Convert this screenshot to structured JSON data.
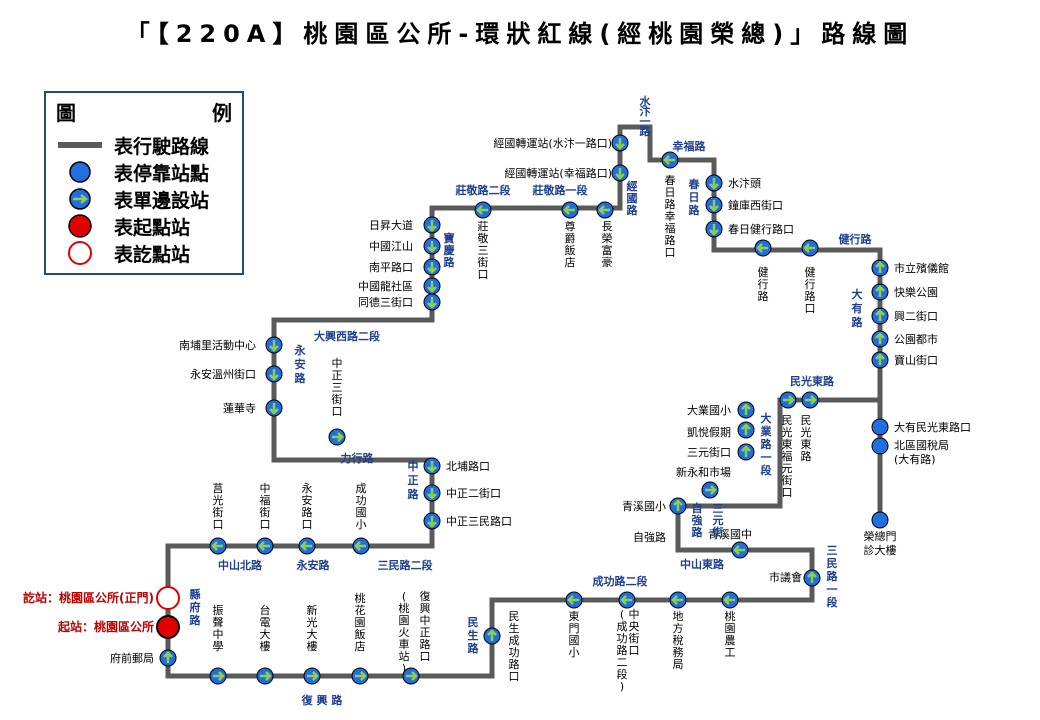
{
  "title": "「【220A】桃園區公所-環狀紅線(經桃園榮總)」路線圖",
  "legend": {
    "header_left": "圖",
    "header_right": "例",
    "items": [
      {
        "label": "表行駛路線",
        "symbol": "route-line"
      },
      {
        "label": "表停靠站點",
        "symbol": "stop-dot"
      },
      {
        "label": "表單邊設站",
        "symbol": "one-side-stop"
      },
      {
        "label": "表起點站",
        "symbol": "start-stop"
      },
      {
        "label": "表訖點站",
        "symbol": "end-stop"
      }
    ]
  },
  "colors": {
    "route": "#5a5a5a",
    "stop": "#1f6fe0",
    "arrow": "#8fd048",
    "terminal": "#e00000",
    "road_label": "#1f3f8f"
  },
  "stations": [
    "經國轉運站(水汴一路口)",
    "經國轉運站(幸福路口)",
    "長榮富豪",
    "尊爵飯店",
    "莊敬三街口",
    "日昇大道",
    "中國江山",
    "南平路口",
    "中國龍社區",
    "同德三街口",
    "南埔里活動中心",
    "永安溫州街口",
    "蓮華寺",
    "中正三街口",
    "北埔路口",
    "中正二街口",
    "中正三民路口",
    "莒光街口",
    "中福街口",
    "永安路口",
    "成功國小",
    "訖站：桃園區公所(正門)",
    "起站：桃園區公所",
    "府前郵局",
    "振聲中學",
    "台電大樓",
    "新光大樓",
    "桃花園飯店",
    "復興中正路口",
    "(桃園火車站)",
    "民生成功路口",
    "東門國小",
    "中央街口",
    "(成功路二段)",
    "地方稅務局",
    "桃園農工",
    "市議會",
    "青溪國中",
    "自強路",
    "青溪國小",
    "新永和市場",
    "三元街口",
    "凱悅假期",
    "大業國小",
    "民光東福元街口",
    "民光東路",
    "大有民光東路口",
    "北區國稅局",
    "(大有路)",
    "榮總門診大樓",
    "寶山街口",
    "公園都市",
    "興二街口",
    "快樂公園",
    "市立殯儀館",
    "健行路口",
    "健行路",
    "春日健行路口",
    "鐘庫西街口",
    "水汴頭",
    "春日路幸福路口"
  ],
  "roads": [
    "水汴一路",
    "幸福路",
    "春日路",
    "經國路",
    "莊敬路一段",
    "莊敬路二段",
    "寶慶路",
    "健行路",
    "大有路",
    "大興西路二段",
    "永安路",
    "力行路",
    "中正路",
    "中山北路",
    "永安路",
    "三民路二段",
    "縣府路",
    "復興路",
    "民生路",
    "成功路二段",
    "三民路一段",
    "中山東路",
    "自強路",
    "三元街",
    "大業路一段",
    "民光東路"
  ]
}
